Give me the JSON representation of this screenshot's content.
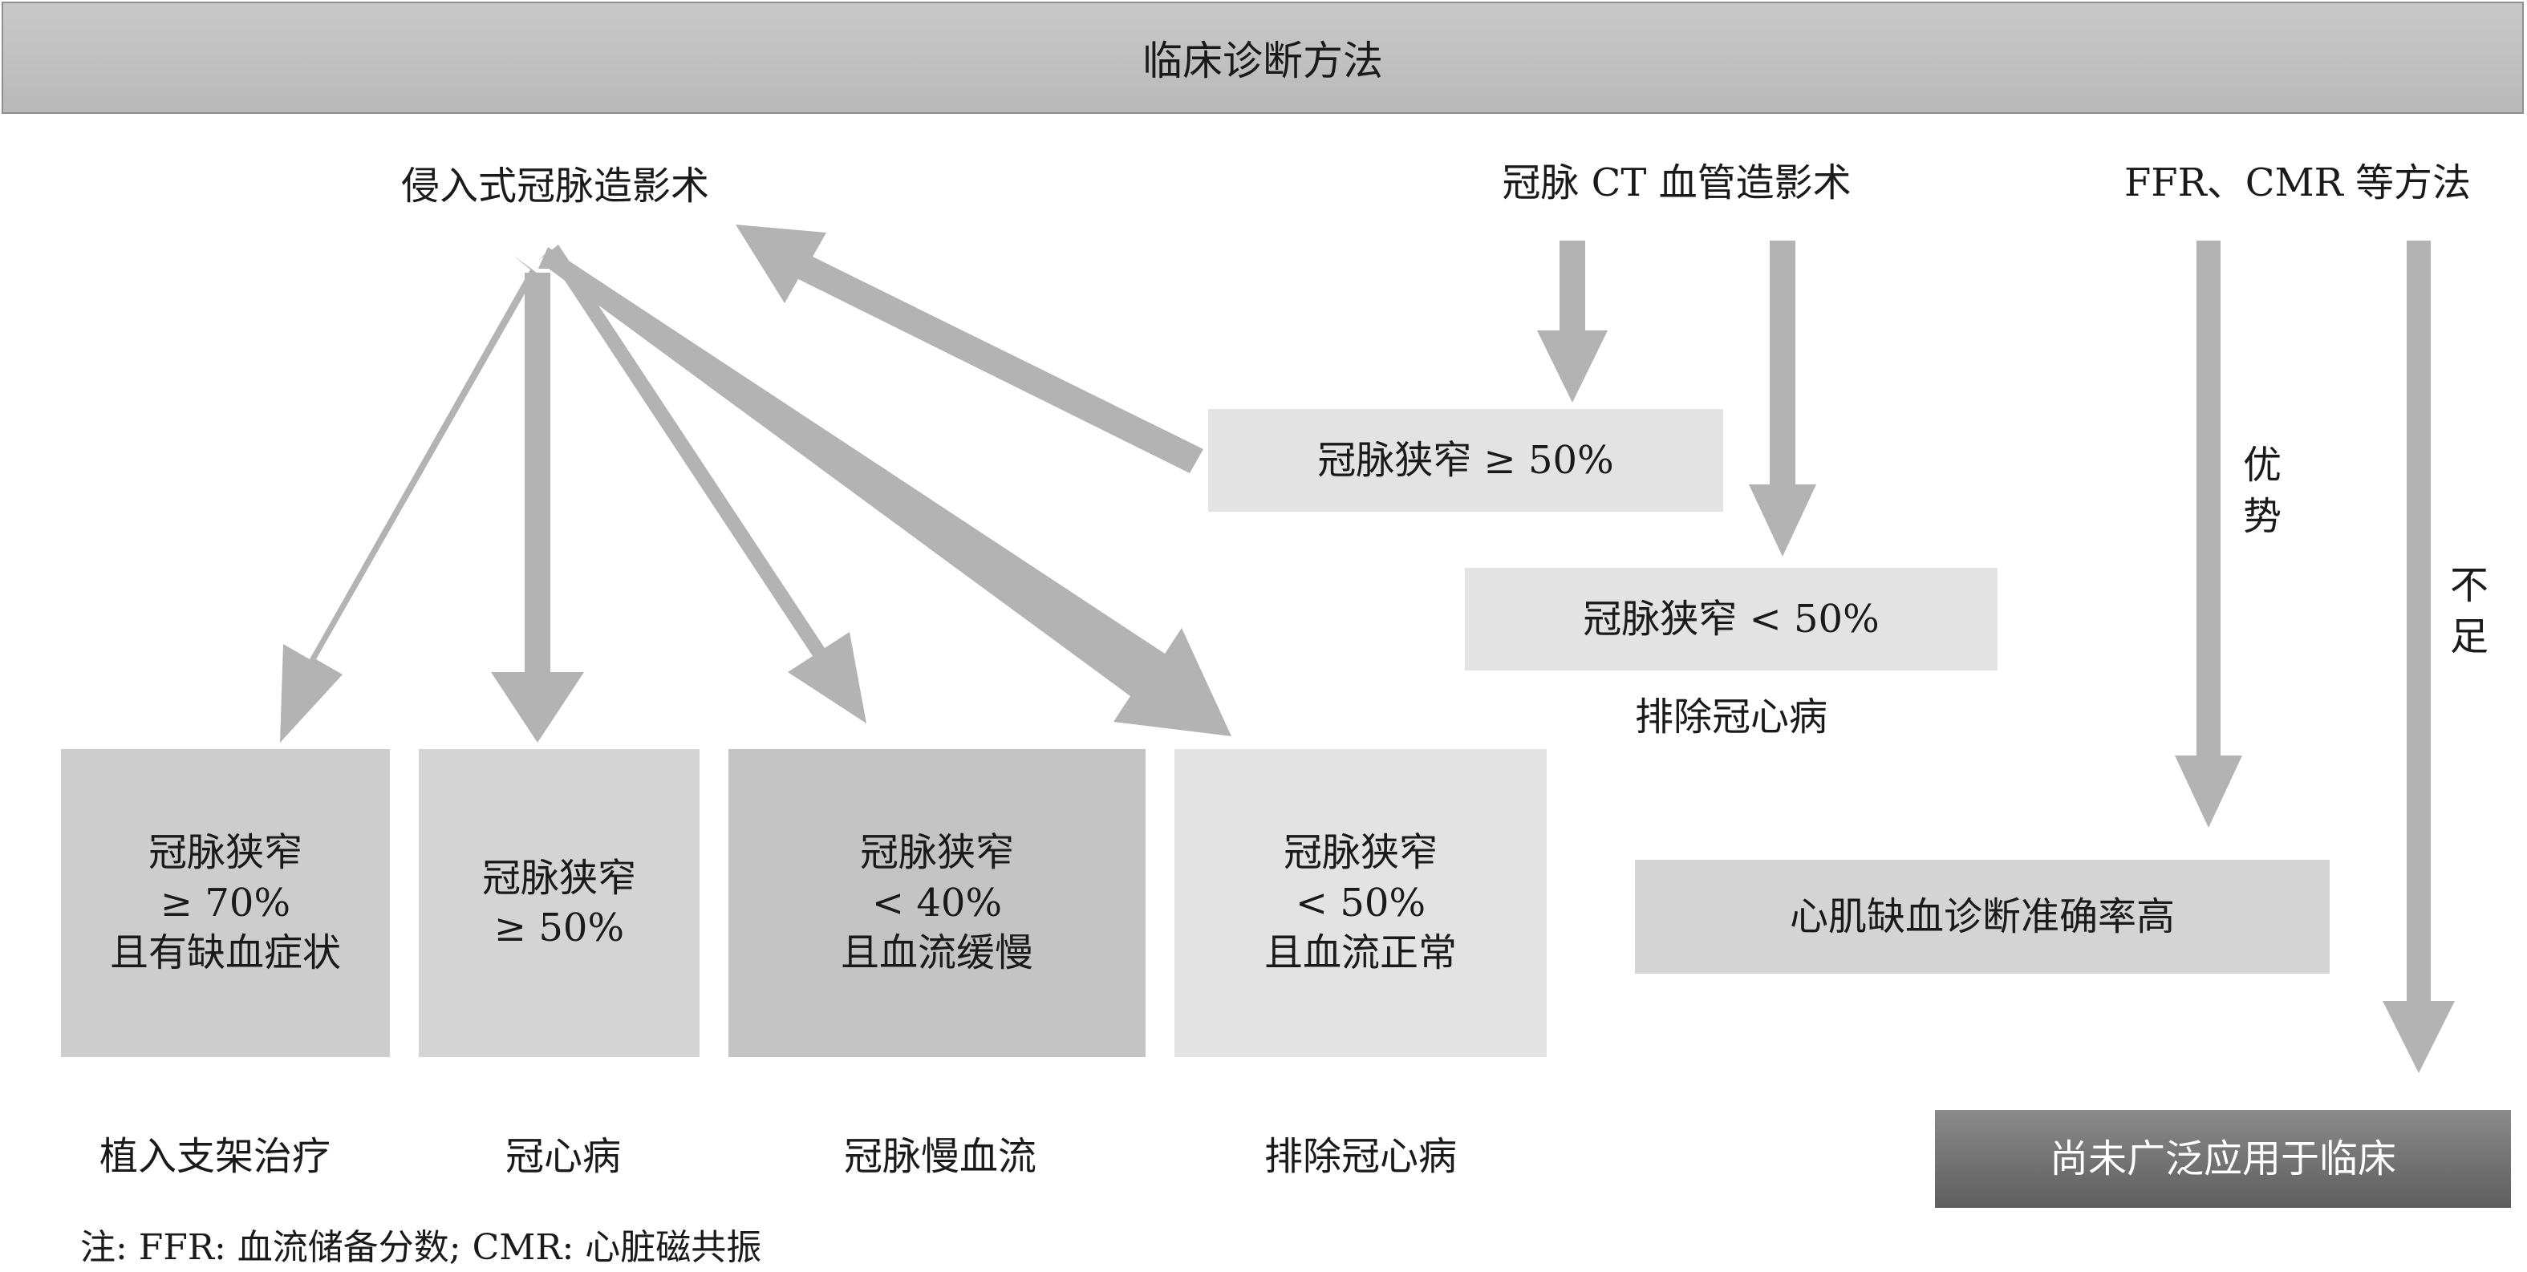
{
  "header": {
    "title": "临床诊断方法"
  },
  "methods": {
    "invasive": "侵入式冠脉造影术",
    "ct": "冠脉 CT 血管造影术",
    "ffr_cmr": "FFR、CMR 等方法"
  },
  "mid_boxes": {
    "ge50": "冠脉狭窄 ≥ 50%",
    "lt50": "冠脉狭窄 < 50%",
    "exclude": "排除冠心病"
  },
  "outcome_boxes": [
    {
      "lines": [
        "冠脉狭窄",
        "≥ 70%",
        "且有缺血症状"
      ],
      "result": "植入支架治疗"
    },
    {
      "lines": [
        "冠脉狭窄",
        "≥ 50%"
      ],
      "result": "冠心病"
    },
    {
      "lines": [
        "冠脉狭窄",
        "< 40%",
        "且血流缓慢"
      ],
      "result": "冠脉慢血流"
    },
    {
      "lines": [
        "冠脉狭窄",
        "< 50%",
        "且血流正常"
      ],
      "result": "排除冠心病"
    }
  ],
  "ffr_labels": {
    "advantage": "优势",
    "shortcoming": "不足"
  },
  "ffr_boxes": {
    "accuracy": "心肌缺血诊断准确率高",
    "not_applied": "尚未广泛应用于临床"
  },
  "note": "注: FFR: 血流储备分数; CMR: 心脏磁共振",
  "colors": {
    "arrow": "#b3b3b3",
    "header_bg": "#bebebe",
    "box_light": "#e3e3e3",
    "box_mid": "#d4d4d4",
    "box_dark": "#c4c4c4",
    "box_darkest": "#6e6e6e"
  }
}
